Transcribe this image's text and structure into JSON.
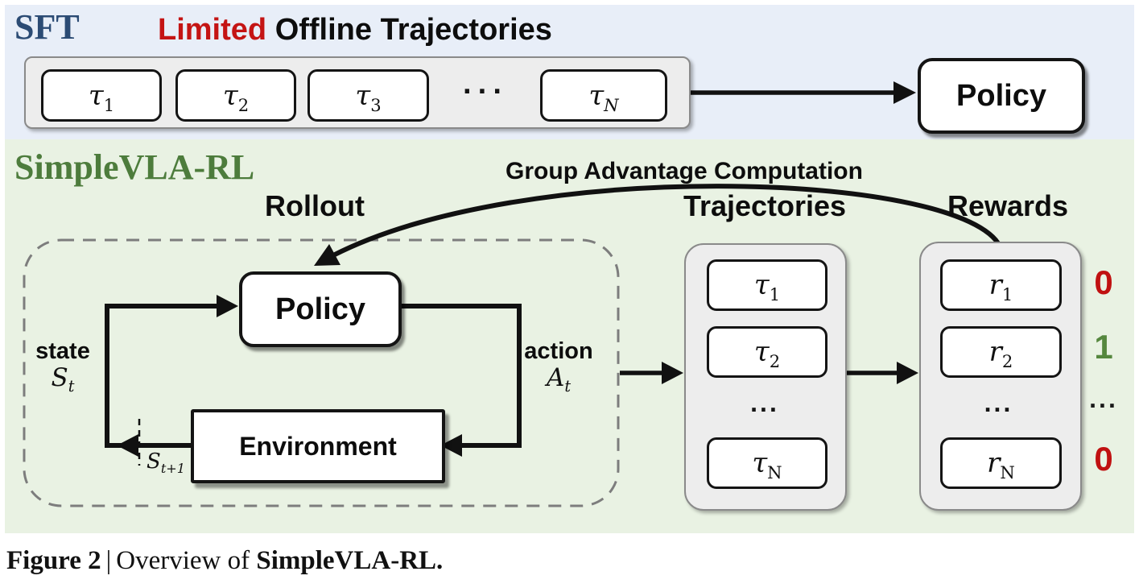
{
  "colors": {
    "sft_band_bg": "#e8eef8",
    "rl_band_bg": "#e9f2e3",
    "sft_title": "#2b4b74",
    "rl_title": "#4d7c3c",
    "limited_red": "#c41414",
    "heading_black": "#0d0d0d",
    "reward_zero_red": "#c01111",
    "reward_one_green": "#55873e"
  },
  "sft": {
    "section_label": "SFT",
    "heading_emphasis": "Limited",
    "heading_rest": "Offline Trajectories",
    "taus": [
      {
        "base": "τ",
        "sub": "1"
      },
      {
        "base": "τ",
        "sub": "2"
      },
      {
        "base": "τ",
        "sub": "3"
      }
    ],
    "ellipsis": "···",
    "tau_n": {
      "base": "τ",
      "sub": "N"
    },
    "policy_label": "Policy"
  },
  "rl": {
    "section_label": "SimpleVLA-RL",
    "group_advantage_label": "Group Advantage Computation",
    "rollout_label": "Rollout",
    "trajectories_label": "Trajectories",
    "rewards_label": "Rewards",
    "policy_label": "Policy",
    "environment_label": "Environment",
    "state_label": "state",
    "state_symbol": {
      "base": "S",
      "sub": "t"
    },
    "action_label": "action",
    "action_symbol": {
      "base": "A",
      "sub": "t"
    },
    "next_state_symbol": {
      "base": "S",
      "sub": "t+1"
    },
    "trajectory_items": [
      {
        "base": "τ",
        "sub": "1"
      },
      {
        "base": "τ",
        "sub": "2"
      },
      {
        "base": "τ",
        "sub": "N"
      }
    ],
    "trajectory_ellipsis": "...",
    "reward_items": [
      {
        "base": "r",
        "sub": "1"
      },
      {
        "base": "r",
        "sub": "2"
      },
      {
        "base": "r",
        "sub": "N"
      }
    ],
    "reward_ellipsis": "...",
    "reward_values": [
      {
        "value": "0",
        "color": "#c01111"
      },
      {
        "value": "1",
        "color": "#55873e"
      },
      {
        "value": "...",
        "color": "#1a1a1a"
      },
      {
        "value": "0",
        "color": "#c01111"
      }
    ]
  },
  "caption": {
    "figure_label": "Figure 2",
    "separator": "|",
    "body": "Overview of",
    "emphasis": "SimpleVLA-RL."
  }
}
